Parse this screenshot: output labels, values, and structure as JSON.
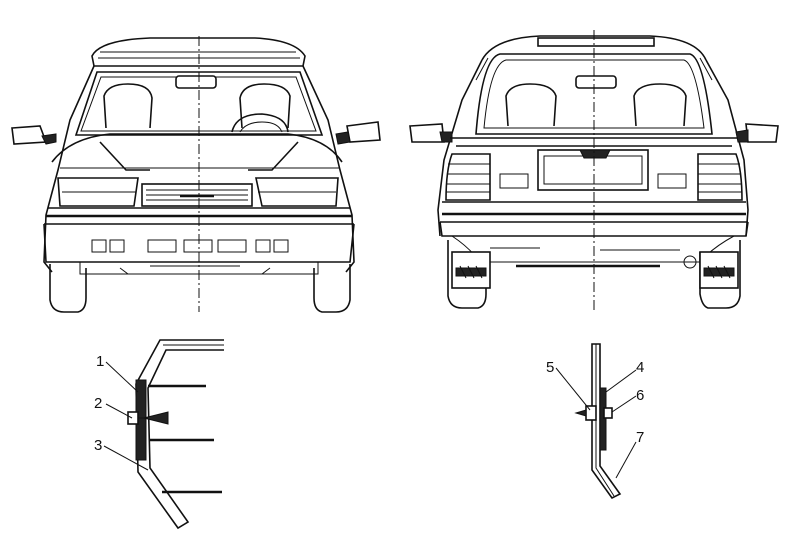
{
  "figure": {
    "front_view": {
      "callouts": [
        "1",
        "2",
        "3"
      ]
    },
    "rear_view": {
      "callouts": [
        "5",
        "4",
        "6",
        "7"
      ]
    }
  }
}
